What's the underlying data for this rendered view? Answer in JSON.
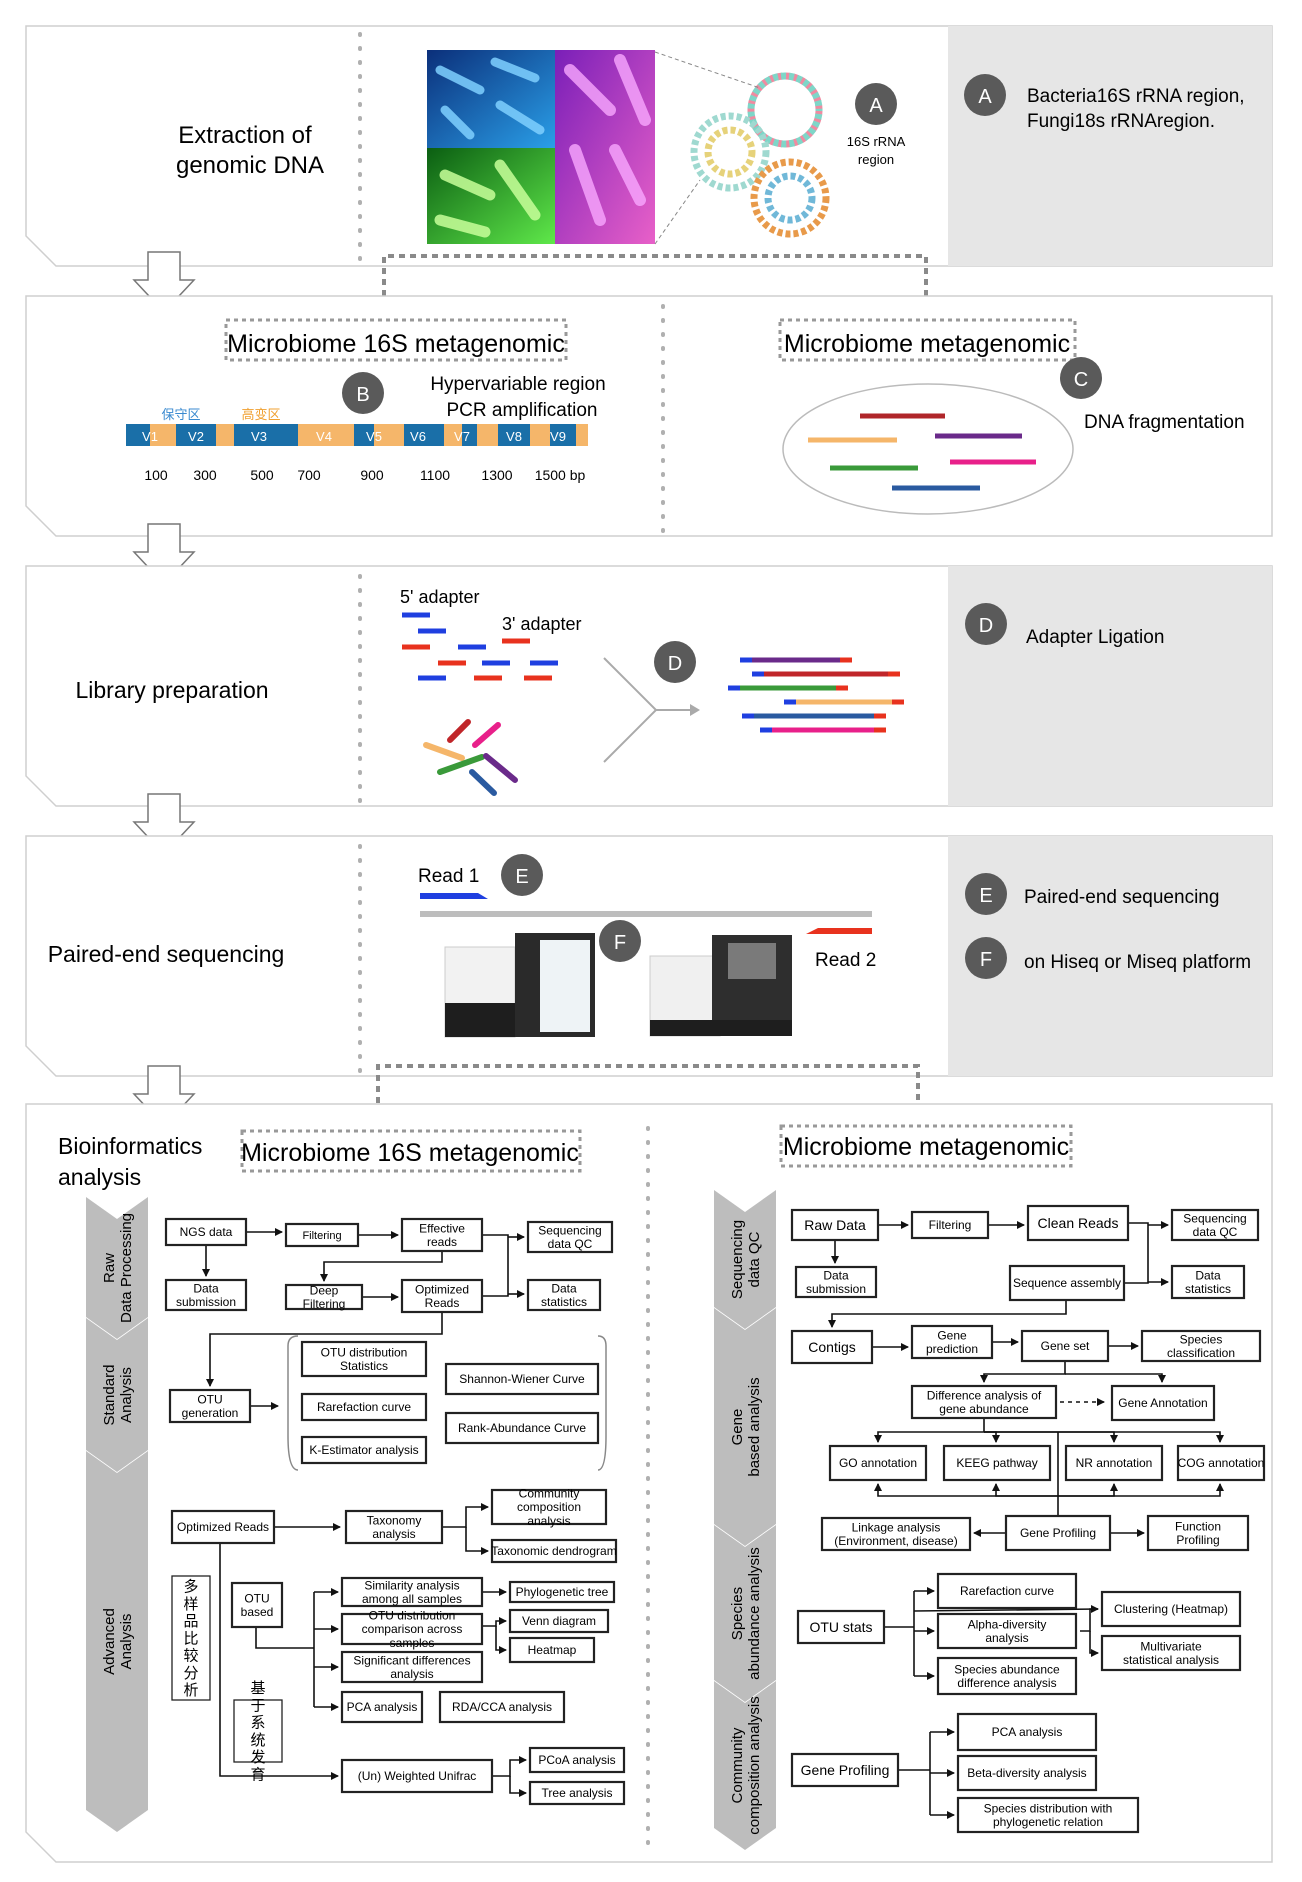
{
  "stage1": {
    "title_line1": "Extraction of",
    "title_line2": "genomic DNA",
    "badge": "A",
    "region_line1": "16S rRNA",
    "region_line2": "region",
    "note_badge": "A",
    "note_line1": "Bacteria16S rRNA region,",
    "note_line2": "Fungi18s rRNAregion."
  },
  "stage2": {
    "left_title": "Microbiome 16S metagenomic",
    "badge_b": "B",
    "hyper_line1": "Hypervariable region",
    "hyper_line2": "PCR amplification",
    "conserved_label": "保守区",
    "variable_label": "高变区",
    "v_labels": [
      "V1",
      "V2",
      "V3",
      "V4",
      "V5",
      "V6",
      "V7",
      "V8",
      "V9"
    ],
    "bp_ticks": [
      "100",
      "300",
      "500",
      "700",
      "900",
      "1100",
      "1300",
      "1500 bp"
    ],
    "right_title": "Microbiome metagenomic",
    "badge_c": "C",
    "frag_label": "DNA fragmentation"
  },
  "stage3": {
    "title": "Library preparation",
    "adapter5": "5' adapter",
    "adapter3": "3' adapter",
    "badge_d": "D",
    "note_badge": "D",
    "note": "Adapter Ligation"
  },
  "stage4": {
    "title": "Paired-end sequencing",
    "read1": "Read 1",
    "read2": "Read 2",
    "badge_e": "E",
    "badge_f": "F",
    "note_e_badge": "E",
    "note_e": "Paired-end sequencing",
    "note_f_badge": "F",
    "note_f": "on Hiseq or Miseq platform"
  },
  "stage5": {
    "title_line1": "Bioinformatics",
    "title_line2": "analysis",
    "left_title": "Microbiome 16S metagenomic",
    "right_title": "Microbiome metagenomic",
    "left_chevrons": [
      "Raw Data Processing",
      "Standard Analysis",
      "Advanced Analysis"
    ],
    "right_chevrons": [
      "Sequencing data QC",
      "Gene based analysis",
      "Species abundance analysis",
      "Community composition analysis"
    ],
    "left_boxes": {
      "ngs": "NGS data",
      "filtering": "Filtering",
      "effective": "Effective reads",
      "seqqc": "Sequencing data QC",
      "submission": "Data submission",
      "deep": "Deep Filtering",
      "optimized": "Optimized Reads",
      "stats": "Data statistics",
      "otu_gen": "OTU generation",
      "otu_dist": "OTU distribution Statistics",
      "rarefaction": "Rarefaction curve",
      "kest": "K-Estimator analysis",
      "shannon": "Shannon-Wiener Curve",
      "rank": "Rank-Abundance Curve",
      "opt2": "Optimized Reads",
      "taxonomy": "Taxonomy analysis",
      "community": "Community composition analysis",
      "dendro": "Taxonomic dendrogram",
      "multi_cn": "多样品比较分析",
      "otu_based": "OTU based",
      "similarity": "Similarity analysis among all samples",
      "phylo": "Phylogenetic tree",
      "otudist2": "OTU distribution comparison across samples",
      "venn": "Venn diagram",
      "heatmap": "Heatmap",
      "signif": "Significant differences analysis",
      "pca": "PCA analysis",
      "rda": "RDA/CCA analysis",
      "phylo_cn": "基于系统发育",
      "unifrac": "(Un) Weighted Unifrac",
      "pcoa": "PCoA analysis",
      "tree": "Tree analysis"
    },
    "right_boxes": {
      "raw": "Raw Data",
      "filtering": "Filtering",
      "clean": "Clean Reads",
      "seqqc": "Sequencing data QC",
      "submission": "Data submission",
      "assembly": "Sequence assembly",
      "stats": "Data statistics",
      "contigs": "Contigs",
      "gene_pred": "Gene prediction",
      "gene_set": "Gene set",
      "species_cls": "Species classification",
      "diff_abund": "Difference analysis of gene abundance",
      "gene_annot": "Gene Annotation",
      "go": "GO annotation",
      "keeg": "KEEG pathway",
      "nr": "NR annotation",
      "cog": "COG annotation",
      "linkage": "Linkage analysis (Environment, disease)",
      "gene_prof": "Gene Profiling",
      "func_prof": "Function Profiling",
      "otu_stats": "OTU stats",
      "rare": "Rarefaction curve",
      "alpha": "Alpha-diversity analysis",
      "species_diff": "Species abundance difference analysis",
      "cluster": "Clustering (Heatmap)",
      "multivar": "Multivariate statistical analysis",
      "gene_prof2": "Gene Profiling",
      "pca": "PCA analysis",
      "beta": "Beta-diversity analysis",
      "species_dist": "Species distribution with phylogenetic relation"
    }
  },
  "colors": {
    "panel_gray": "#e6e6e6",
    "badge": "#5a5a5a",
    "chevron": "#bdbdbd",
    "dna_blue": "#1a6fa8",
    "dna_orange": "#f5b66a",
    "adapter_blue": "#1f3fe0",
    "adapter_red": "#e8321e"
  }
}
